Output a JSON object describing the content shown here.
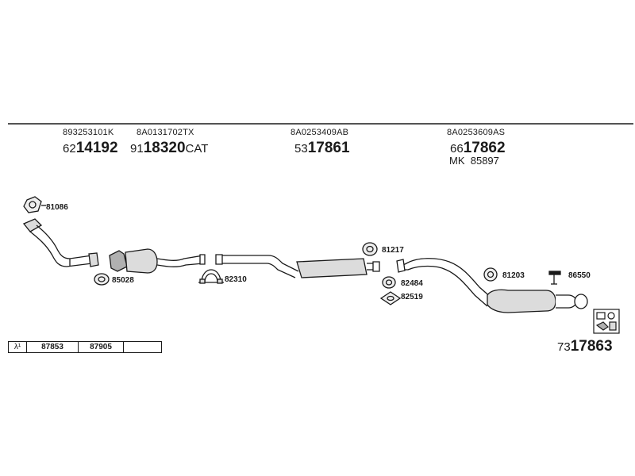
{
  "header_parts": [
    {
      "oem": "893253101K",
      "prefix": "62",
      "number": "14192",
      "suffix": ""
    },
    {
      "oem": "8A0131702TX",
      "prefix": "91",
      "number": "18320",
      "suffix": "CAT"
    },
    {
      "oem": "8A0253409AB",
      "prefix": "53",
      "number": "17861",
      "suffix": ""
    },
    {
      "oem": "8A0253609AS",
      "prefix": "66",
      "number": "17862",
      "suffix": ""
    }
  ],
  "mk": {
    "label": "MK",
    "number": "85897"
  },
  "parts": {
    "gasket_81086": "81086",
    "ring_85028": "85028",
    "clamp_82310": "82310",
    "ring_81217": "81217",
    "ring_82484": "82484",
    "gasket_82519": "82519",
    "ring_81203": "81203",
    "bracket_86550": "86550"
  },
  "lambda_row": {
    "symbol": "λ¹",
    "cells": [
      "87853",
      "87905",
      ""
    ]
  },
  "kit": {
    "prefix": "73",
    "number": "17863"
  },
  "colors": {
    "line": "#1a1a1a",
    "fill": "#dcdcdc",
    "dark_fill": "#b0b0b0"
  }
}
